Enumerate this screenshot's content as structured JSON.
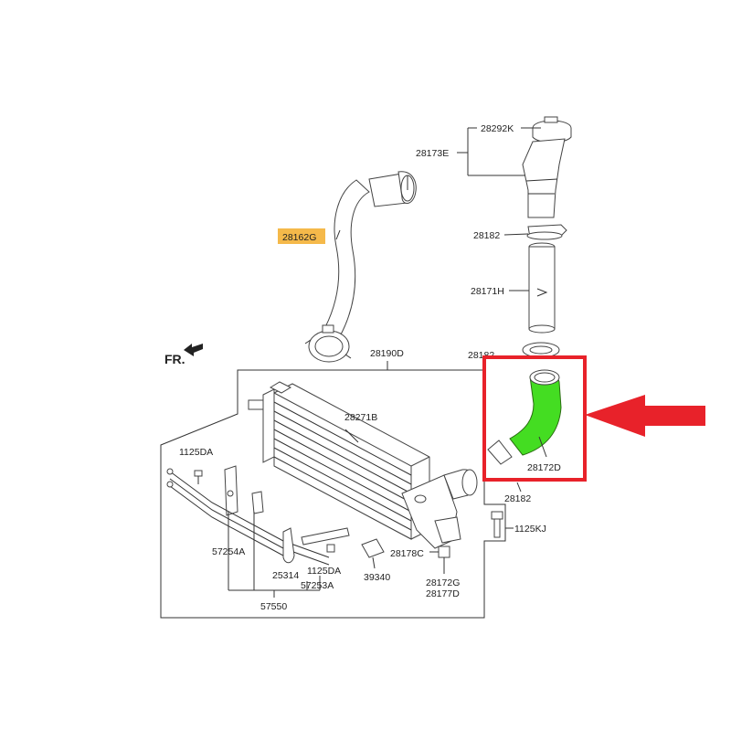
{
  "title": "",
  "orientation_label": "FR.",
  "colors": {
    "highlight_label_bg": "#f5b94a",
    "highlight_part_fill": "#44dd22",
    "callout_box": "#e8222a",
    "arrow": "#e8222a"
  },
  "labels": {
    "hose_upper": "28162G",
    "clamp_top": "28292K",
    "pipe_assembly": "28173E",
    "clamp_mid": "28182",
    "pipe_straight": "28171H",
    "clamp_partial": "28182",
    "intercooler_assy": "28190D",
    "intercooler_core": "28271B",
    "bolt_left": "1125DA",
    "hose_highlighted": "28172D",
    "clamp_lower": "28182",
    "bolt_right": "1125KJ",
    "bracket_left": "57254A",
    "grommet": "25314",
    "bolt_mid": "1125DA",
    "line_mid": "57253A",
    "line_assy": "57550",
    "sensor": "39340",
    "fitting_c": "28178C",
    "hose_g": "28172G",
    "hose_d": "28177D"
  }
}
